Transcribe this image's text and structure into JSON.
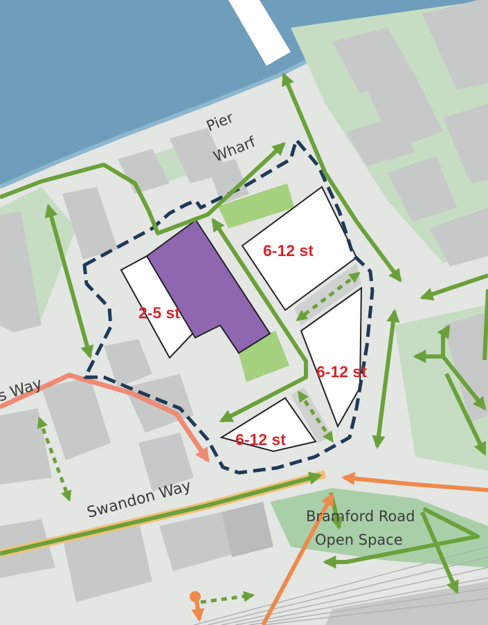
{
  "labels": {
    "pier_wharf_1": "Pier",
    "pier_wharf_2": "Wharf",
    "road_partial": "s Way",
    "swandon_way": "Swandon Way",
    "open_space_1": "Bramford Road",
    "open_space_2": "Open Space"
  },
  "buildings": [
    {
      "id": "purple",
      "height_label": "2-5 st"
    },
    {
      "id": "north",
      "height_label": "6-12 st"
    },
    {
      "id": "east",
      "height_label": "6-12 st"
    },
    {
      "id": "south",
      "height_label": "6-12 st"
    }
  ],
  "colors": {
    "river": "#6e9ebb",
    "ground": "#e4e6e4",
    "building": "#c6c9c7",
    "green_space": "#c6ddc4",
    "open_space": "#a9cfa9",
    "proposed_building": "#ffffff",
    "existing_purple": "#8f67b0",
    "green_route": "#6ba13a",
    "orange_route": "#ee8a4a",
    "salmon_route": "#ef8a73",
    "site_boundary": "#1f3a57",
    "height_text": "#d7262b",
    "new_green": "#a5d07e"
  }
}
